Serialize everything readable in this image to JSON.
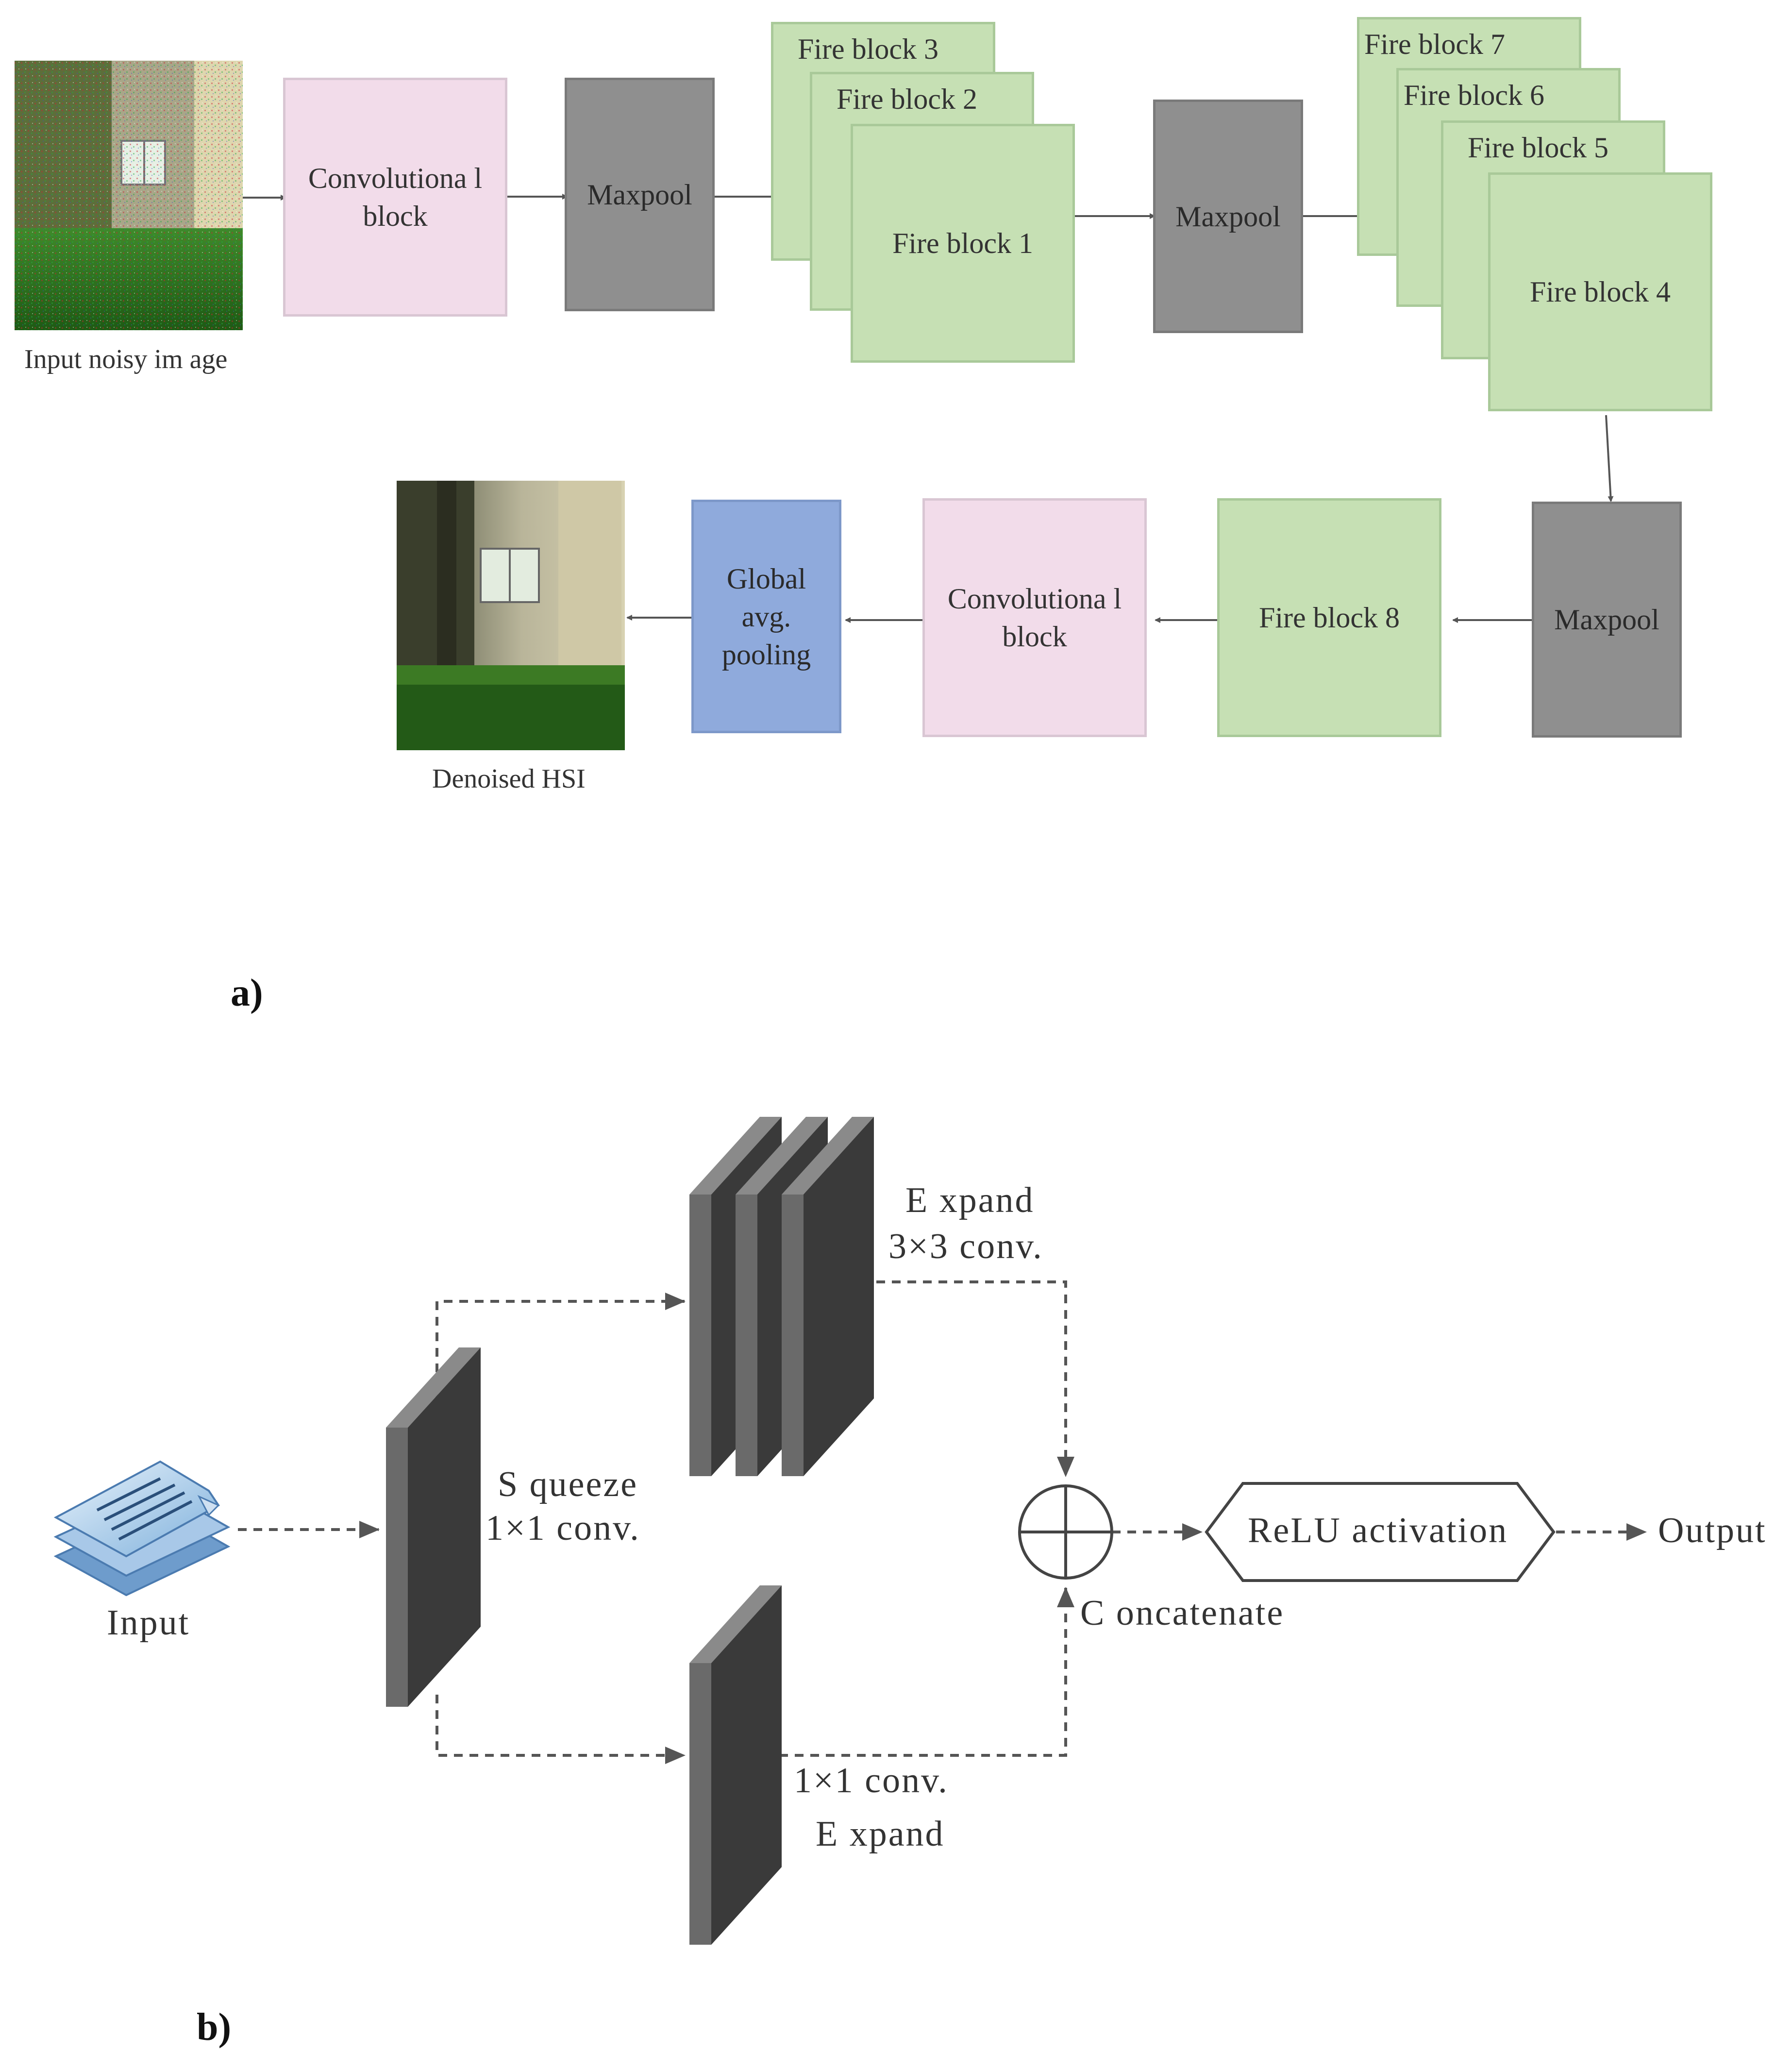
{
  "panel_a": {
    "label": "a)",
    "input_caption": "Input noisy im age",
    "conv_block_1": "Convolutiona l block",
    "maxpool_1": "Maxpool",
    "fire_block_3": "Fire block 3",
    "fire_block_2": "Fire block 2",
    "fire_block_1": "Fire block 1",
    "maxpool_2": "Maxpool",
    "fire_block_7": "Fire block 7",
    "fire_block_6": "Fire block 6",
    "fire_block_5": "Fire block 5",
    "fire_block_4": "Fire block 4",
    "maxpool_3": "Maxpool",
    "fire_block_8": "Fire block 8",
    "conv_block_2": "Convolutiona l block",
    "global_pooling": "Global avg. pooling",
    "output_caption": "Denoised HSI"
  },
  "panel_b": {
    "label": "b)",
    "input_label": "Input",
    "squeeze_line1": "S queeze",
    "squeeze_line2": "1×1 conv.",
    "expand3_line1": "E xpand",
    "expand3_line2": "3×3 conv.",
    "expand1_line1": "1×1 conv.",
    "expand1_line2": "E xpand",
    "concat_label": "C oncatenate",
    "relu_label": "ReLU activation",
    "output_label": "Output"
  },
  "colors": {
    "conv_block": "#f2dcea",
    "maxpool": "#8f8f8f",
    "fire_block": "#c6e0b4",
    "pooling": "#8faadc",
    "layer_dark": "#3a3a3a"
  }
}
